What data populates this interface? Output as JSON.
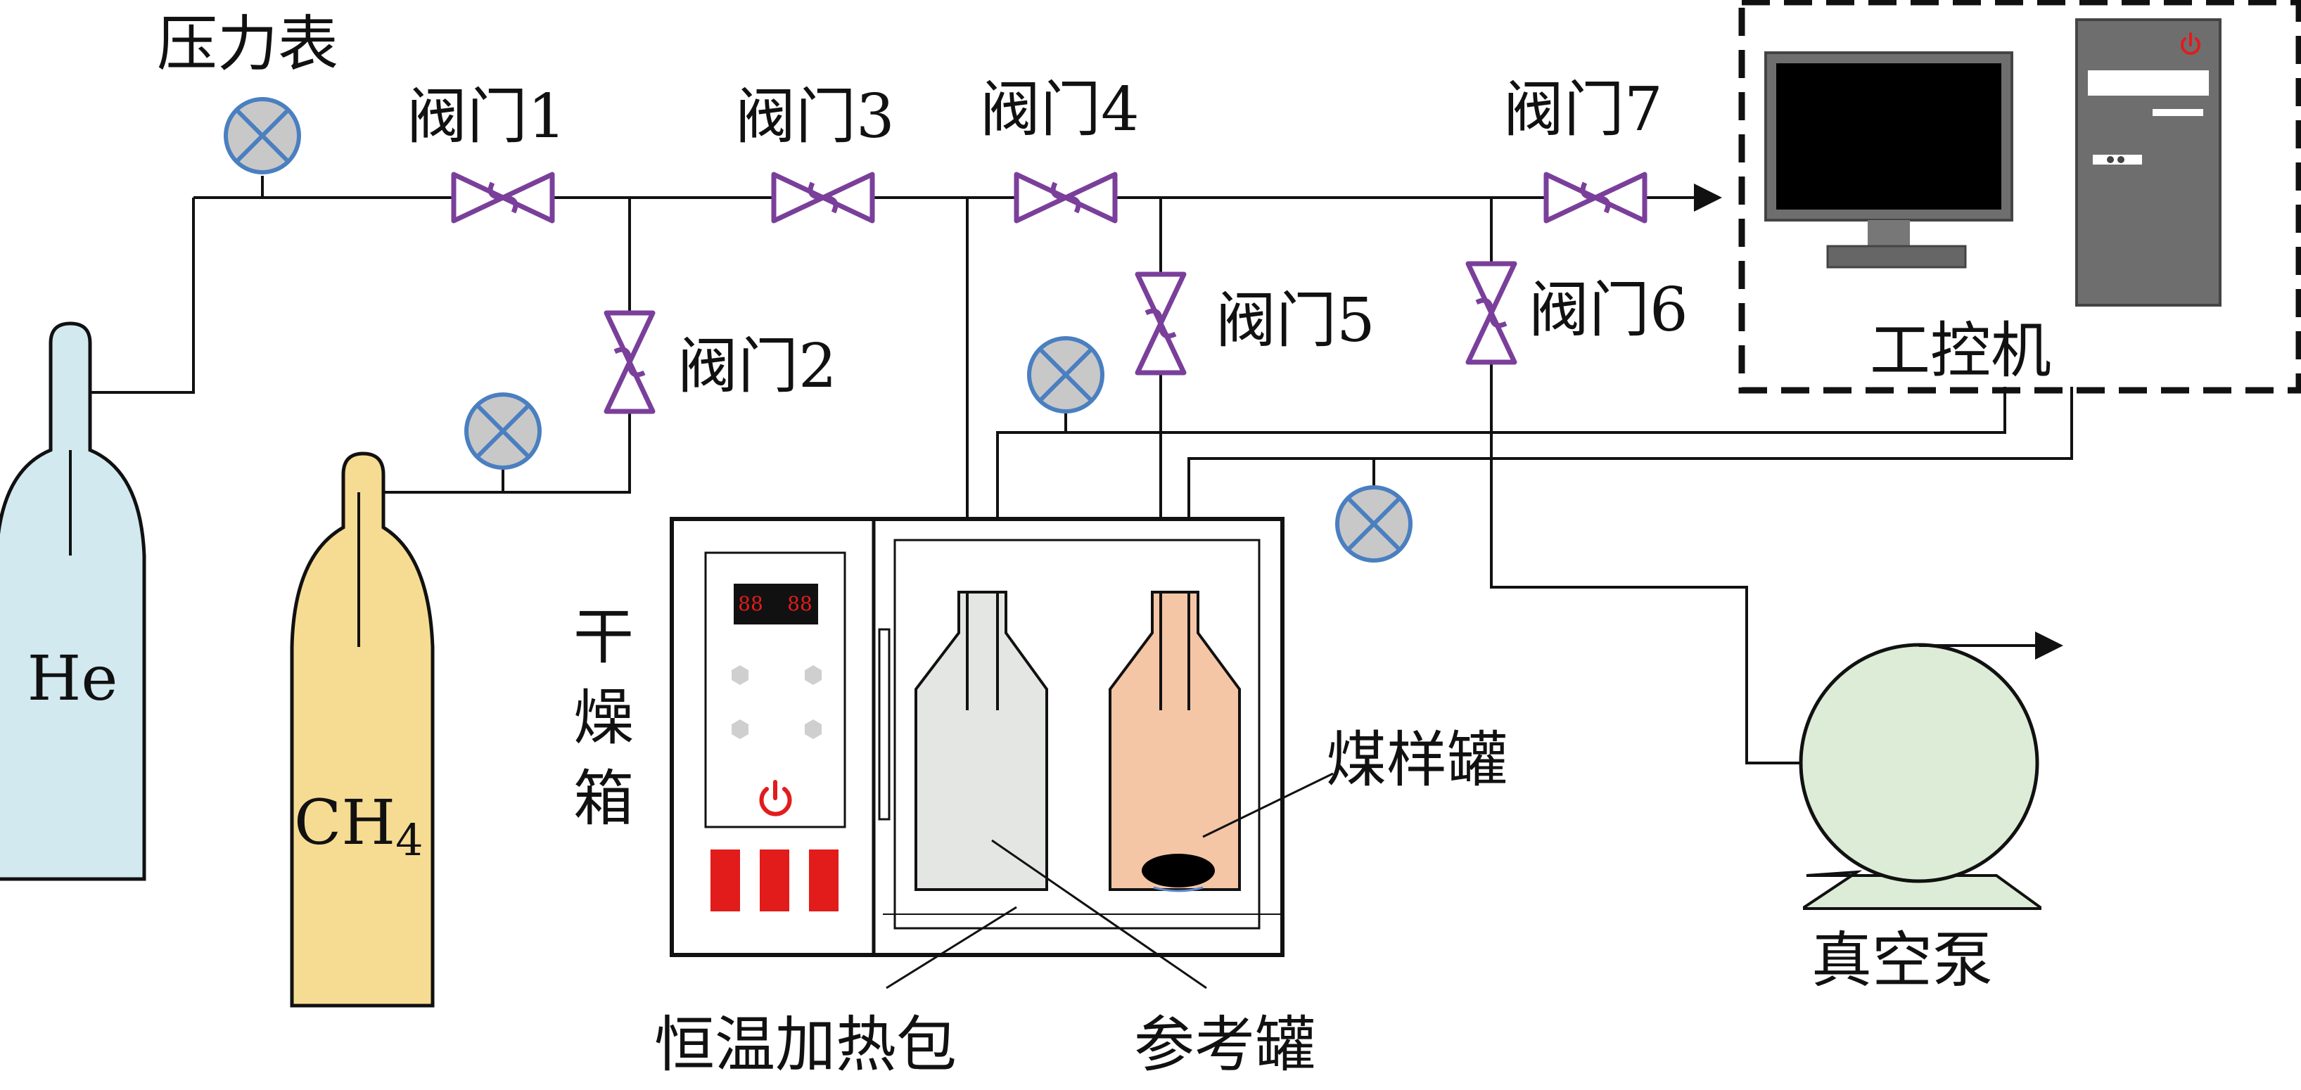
{
  "labels": {
    "pressure_gauge": "压力表",
    "valve_1": "阀门1",
    "valve_2": "阀门2",
    "valve_3": "阀门3",
    "valve_4": "阀门4",
    "valve_5": "阀门5",
    "valve_6": "阀门6",
    "valve_7": "阀门7",
    "ipc": "工控机",
    "drying_box_1": "干",
    "drying_box_2": "燥",
    "drying_box_3": "箱",
    "coal_tank": "煤样罐",
    "heating_pack": "恒温加热包",
    "reference_tank": "参考罐",
    "vacuum_pump": "真空泵",
    "he": "He",
    "ch4_main": "CH",
    "ch4_sub": "4",
    "display_left": "88",
    "display_right": "88"
  },
  "colors": {
    "valve": "#7a3f9a",
    "gauge_fill": "#c8c8c8",
    "gauge_stroke": "#4a7fc0",
    "he_cylinder": "#d3e9f0",
    "ch4_cylinder": "#f6dc93",
    "pump": "#dcecd6",
    "ref_tank": "#e4e6e4",
    "coal_tank": "#f4c6a6",
    "alarm_red": "#e21b1b"
  }
}
